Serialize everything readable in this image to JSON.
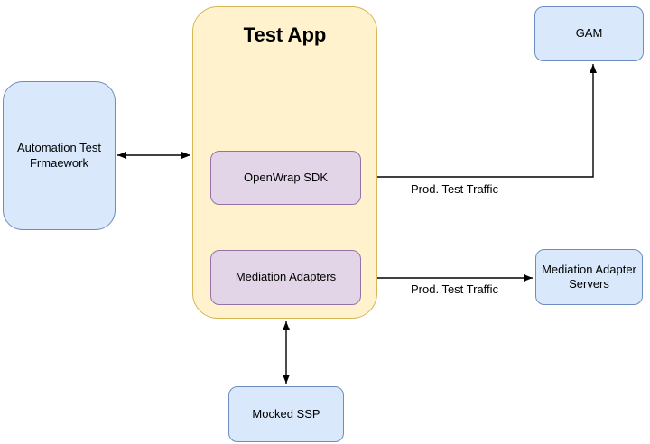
{
  "diagram": {
    "container": {
      "title": "Test App"
    },
    "nodes": {
      "automation": {
        "label": "Automation Test Frmaework"
      },
      "openwrap": {
        "label": "OpenWrap SDK"
      },
      "mediation_adapters": {
        "label": "Mediation Adapters"
      },
      "gam": {
        "label": "GAM"
      },
      "mediation_servers": {
        "label": "Mediation Adapter Servers"
      },
      "mocked_ssp": {
        "label": "Mocked SSP"
      }
    },
    "edges": {
      "openwrap_gam_label": "Prod. Test Traffic",
      "adapters_servers_label": "Prod. Test Traffic"
    },
    "colors": {
      "container_fill": "#fff2cc",
      "container_stroke": "#d6b656",
      "node_blue_fill": "#dae8fc",
      "node_blue_stroke": "#6c8ebf",
      "node_purple_fill": "#e1d5e7",
      "node_purple_stroke": "#9673a6",
      "arrow": "#000000",
      "background": "#ffffff"
    }
  }
}
